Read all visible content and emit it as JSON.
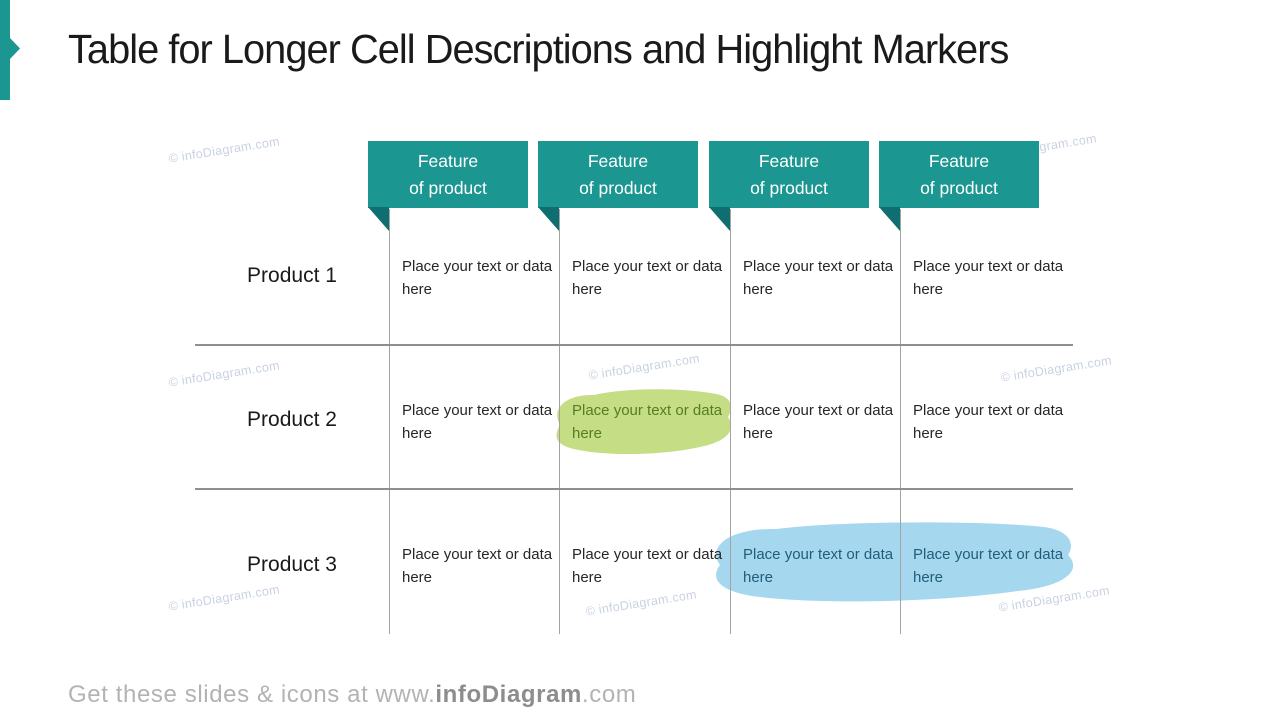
{
  "title": "Table for Longer Cell Descriptions and Highlight Markers",
  "watermark_text": "© infoDiagram.com",
  "colors": {
    "accent_teal": "#1B9690",
    "tail_teal": "#0F6E70",
    "grid_line": "#A3A3A3",
    "grid_line_h": "#8F8F8F",
    "title_color": "#1A1A1A",
    "cell_text": "#262626",
    "green_bg": "#C5DD85",
    "green_text": "#567D22",
    "blue_bg": "#A5D7EE",
    "blue_text": "#215E79",
    "wm_color": "#C9D2E2",
    "footer_gray": "#B3B3B3",
    "footer_dark": "#8D8D8D"
  },
  "table": {
    "headers": [
      {
        "label": "Feature\nof product"
      },
      {
        "label": "Feature\nof product"
      },
      {
        "label": "Feature\nof product"
      },
      {
        "label": "Feature\nof product"
      }
    ],
    "rows": [
      {
        "label": "Product 1",
        "cells": [
          {
            "text": "Place your text or data here",
            "highlight": "none"
          },
          {
            "text": "Place your text or data here",
            "highlight": "none"
          },
          {
            "text": "Place your text or data here",
            "highlight": "none"
          },
          {
            "text": "Place your text or data here",
            "highlight": "none"
          }
        ]
      },
      {
        "label": "Product 2",
        "cells": [
          {
            "text": "Place your text or data here",
            "highlight": "none"
          },
          {
            "text": "Place your text or data here",
            "highlight": "green"
          },
          {
            "text": "Place your text or data here",
            "highlight": "none"
          },
          {
            "text": "Place your text or data here",
            "highlight": "none"
          }
        ]
      },
      {
        "label": "Product 3",
        "cells": [
          {
            "text": "Place your text or data here",
            "highlight": "none"
          },
          {
            "text": "Place your text or data here",
            "highlight": "none"
          },
          {
            "text": "Place your text or data here",
            "highlight": "blue"
          },
          {
            "text": "Place your text or data here",
            "highlight": "blue"
          }
        ]
      }
    ]
  },
  "footer": {
    "prefix": "Get these slides & icons at www.",
    "brand": "infoDiagram",
    "suffix": ".com"
  }
}
